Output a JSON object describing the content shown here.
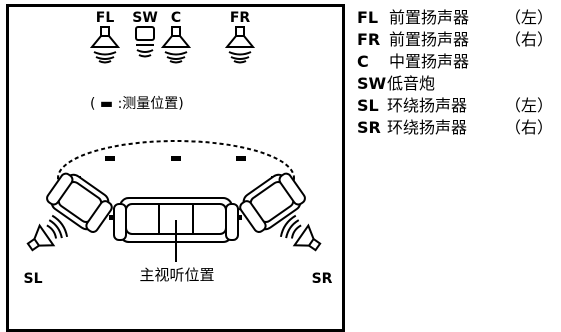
{
  "diagram": {
    "speakers_top": [
      "FL",
      "SW",
      "C",
      "FR"
    ],
    "speaker_sl": "SL",
    "speaker_sr": "SR",
    "measure_note": "( ▬ :测量位置)",
    "listening_label": "主视听位置"
  },
  "legend": [
    {
      "code": "FL",
      "desc": "前置扬声器",
      "side": "（左）"
    },
    {
      "code": "FR",
      "desc": "前置扬声器",
      "side": "（右）"
    },
    {
      "code": "C",
      "desc": "中置扬声器",
      "side": ""
    },
    {
      "code": "SW",
      "desc": "低音炮",
      "side": ""
    },
    {
      "code": "SL",
      "desc": "环绕扬声器",
      "side": "（左）"
    },
    {
      "code": "SR",
      "desc": "环绕扬声器",
      "side": "（右）"
    }
  ],
  "colors": {
    "ink": "#000000",
    "background": "#ffffff"
  }
}
